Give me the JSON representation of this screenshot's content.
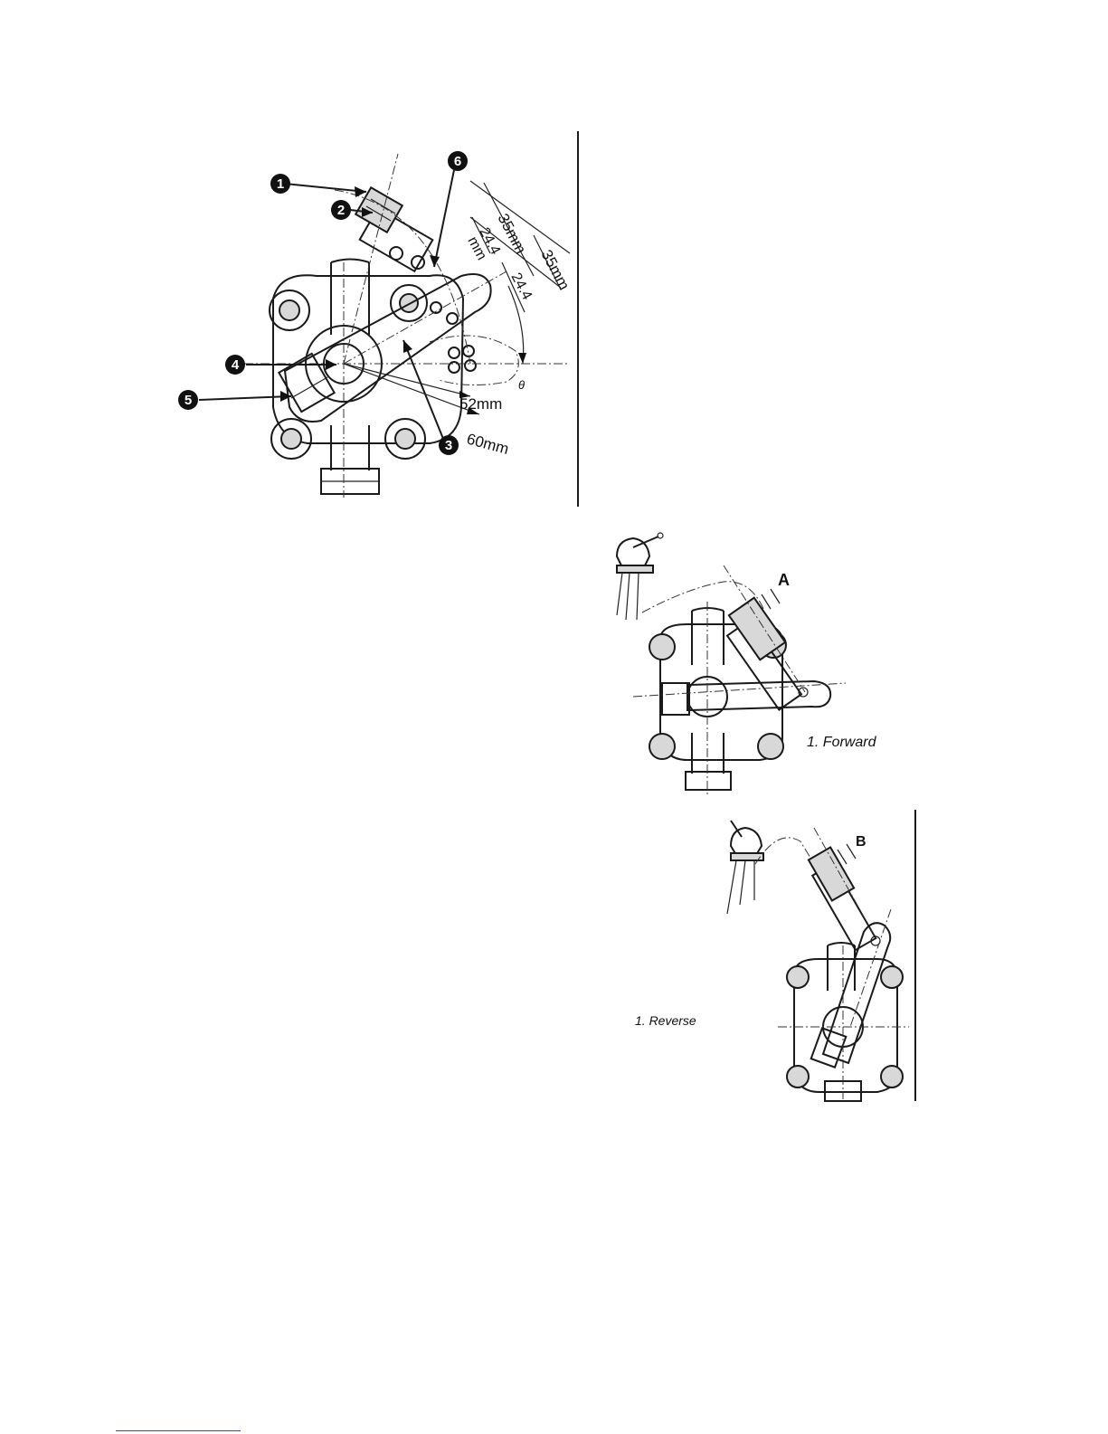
{
  "figure_main": {
    "callouts": [
      "1",
      "2",
      "3",
      "4",
      "5",
      "6"
    ],
    "dimensions": {
      "d35_a": "35mm",
      "d35_b": "35mm",
      "d244_a": "24.4",
      "d244_a_unit": "mm",
      "d244_b": "24.4",
      "r52": "52mm",
      "r60": "60mm",
      "angle": "θ"
    }
  },
  "figure_forward": {
    "marker": "A",
    "caption": "1. Forward"
  },
  "figure_reverse": {
    "marker": "B",
    "caption": "1. Reverse"
  }
}
